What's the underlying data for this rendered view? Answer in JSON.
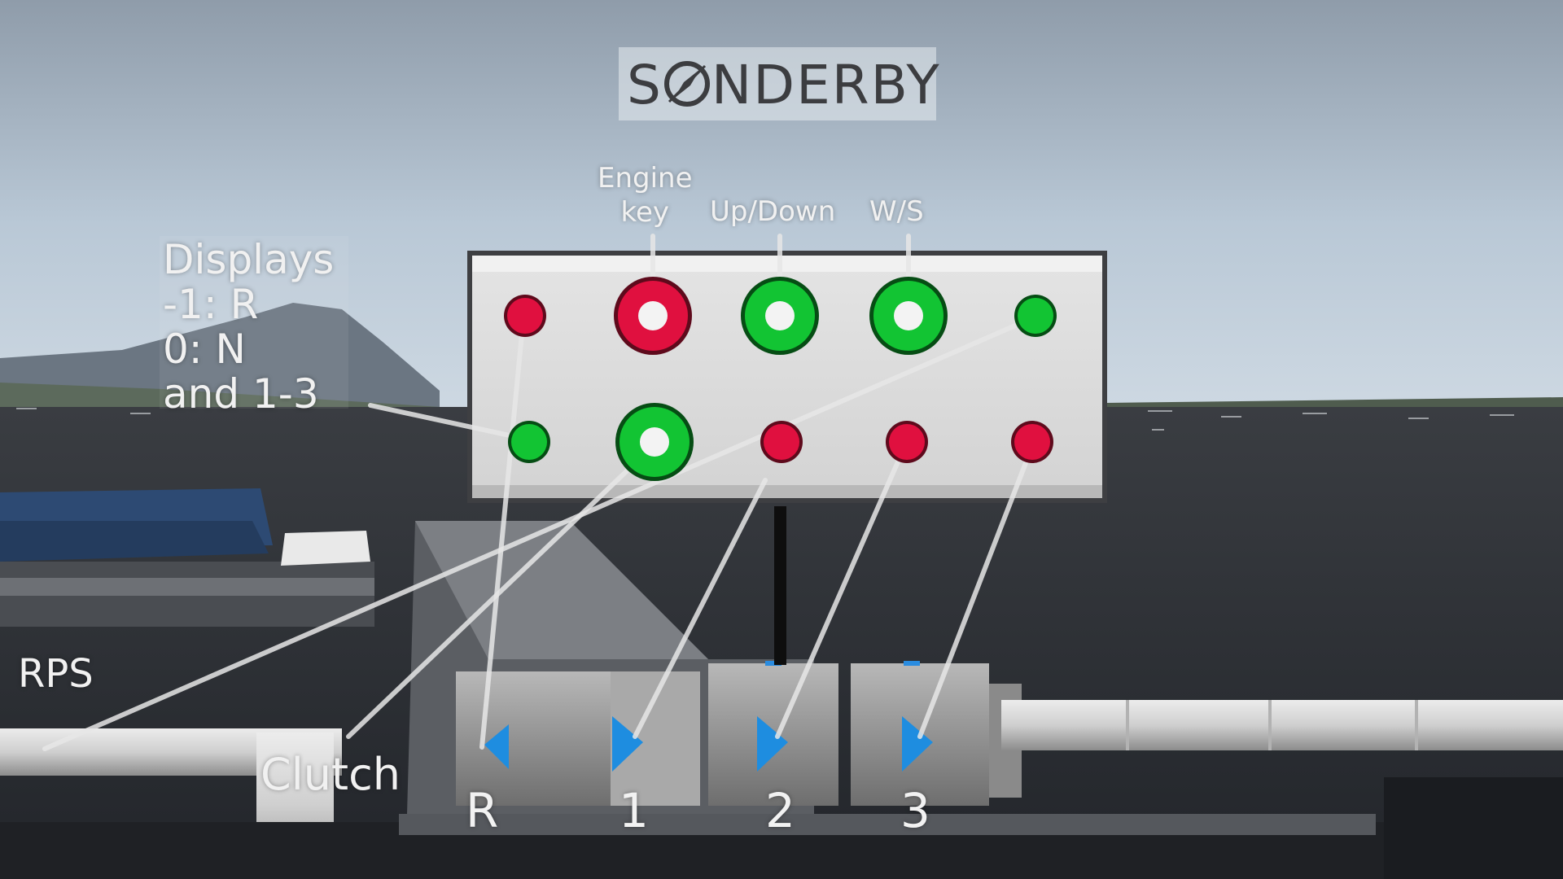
{
  "brand": {
    "name_left": "S",
    "name_right": "NDERBY",
    "logo_icon": "compass-o-icon"
  },
  "top_labels": {
    "engine_key": [
      "Engine",
      "key"
    ],
    "up_down": "Up/Down",
    "ws": "W/S"
  },
  "displays_note": [
    "Displays",
    "-1: R",
    "0: N",
    "and 1-3"
  ],
  "side_labels": {
    "rps": "RPS",
    "clutch": "Clutch"
  },
  "gear_labels": [
    "R",
    "1",
    "2",
    "3"
  ],
  "panel": {
    "top_row": [
      {
        "id": "reverse-indicator",
        "color": "red",
        "size": "small"
      },
      {
        "id": "engine-key-button",
        "color": "red",
        "size": "large"
      },
      {
        "id": "up-down-button",
        "color": "green",
        "size": "large"
      },
      {
        "id": "ws-button",
        "color": "green",
        "size": "large"
      },
      {
        "id": "rps-indicator",
        "color": "green",
        "size": "small"
      }
    ],
    "bottom_row": [
      {
        "id": "display-indicator",
        "color": "green",
        "size": "small"
      },
      {
        "id": "clutch-button",
        "color": "green",
        "size": "large"
      },
      {
        "id": "gear-1-indicator",
        "color": "red",
        "size": "small"
      },
      {
        "id": "gear-2-indicator",
        "color": "red",
        "size": "small"
      },
      {
        "id": "gear-3-indicator",
        "color": "red",
        "size": "small"
      }
    ]
  },
  "colors": {
    "red": "#e0103f",
    "green": "#12c433",
    "panel": "#dedede",
    "arrow": "#1e8de0"
  }
}
